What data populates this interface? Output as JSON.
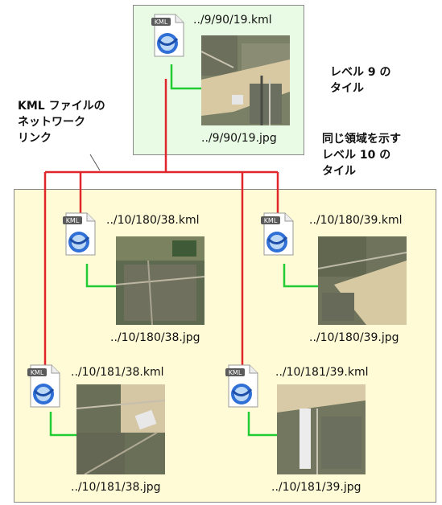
{
  "colors": {
    "level9_fill": "#e9fbe4",
    "level10_fill": "#fffbd6",
    "link_red": "#e0262b",
    "link_green": "#22cc33",
    "box_border": "#8a8a8a"
  },
  "level9": {
    "caption": "レベル 9 の\nタイル",
    "kml": "../9/90/19.kml",
    "jpg": "../9/90/19.jpg"
  },
  "level10": {
    "caption": "同じ領域を示す\nレベル 10 の\nタイル",
    "tiles": [
      {
        "kml": "../10/180/38.kml",
        "jpg": "../10/180/38.jpg"
      },
      {
        "kml": "../10/180/39.kml",
        "jpg": "../10/180/39.jpg"
      },
      {
        "kml": "../10/181/38.kml",
        "jpg": "../10/181/38.jpg"
      },
      {
        "kml": "../10/181/39.kml",
        "jpg": "../10/181/39.jpg"
      }
    ]
  },
  "network_link_note": "KML ファイルの\nネットワーク\nリンク",
  "icons": {
    "kml_file": "kml-file-icon",
    "earth": "google-earth-icon",
    "satellite": "satellite-tile-image"
  },
  "kml_badge": "KML"
}
